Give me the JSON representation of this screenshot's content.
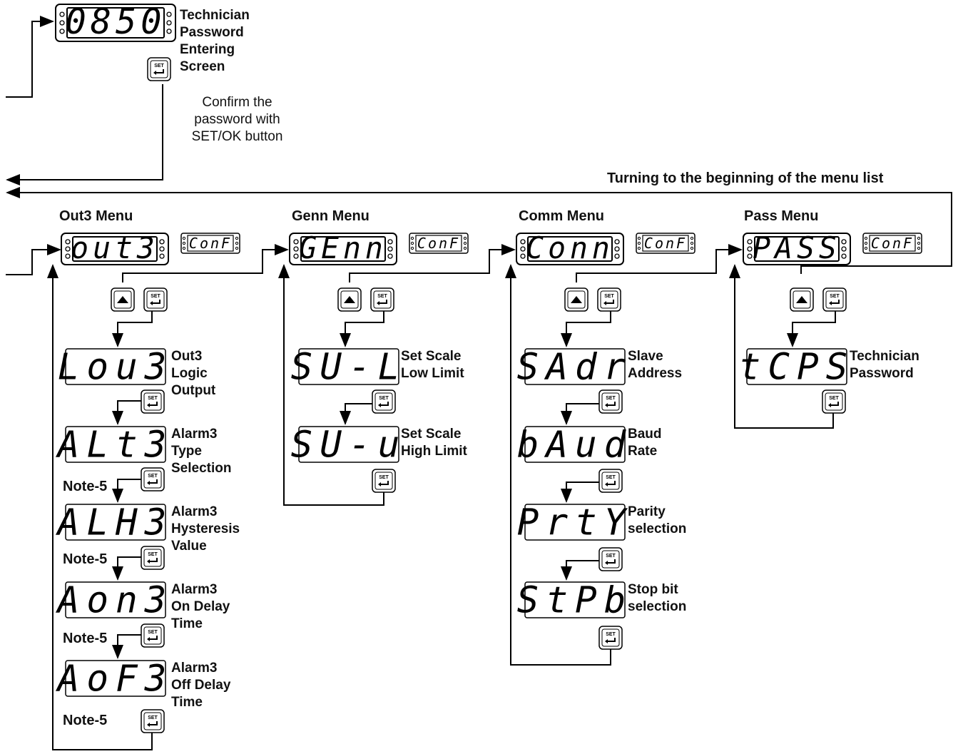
{
  "top": {
    "display": "0850",
    "label_lines": [
      "Technician",
      "Password",
      "Entering",
      "Screen"
    ],
    "confirm_lines": [
      "Confirm the",
      "password with",
      "SET/OK button"
    ]
  },
  "return_note": "Turning to the beginning of the menu list",
  "set_key_label": "SET",
  "conf_display": "ConF",
  "menus": [
    {
      "title": "Out3 Menu",
      "display": "out3",
      "params": [
        {
          "code": "Lou3",
          "lines": [
            "Out3",
            "Logic",
            "Output"
          ]
        },
        {
          "code": "ALt3",
          "lines": [
            "Alarm3",
            "Type",
            "Selection"
          ]
        },
        {
          "code": "ALH3",
          "lines": [
            "Alarm3",
            "Hysteresis",
            "Value"
          ]
        },
        {
          "code": "Aon3",
          "lines": [
            "Alarm3",
            "On Delay",
            "Time"
          ]
        },
        {
          "code": "AoF3",
          "lines": [
            "Alarm3",
            "Off Delay",
            "Time"
          ]
        }
      ],
      "notes": [
        "Note-5",
        "Note-5",
        "Note-5",
        "Note-5"
      ]
    },
    {
      "title": "Genn Menu",
      "display": "GEnn",
      "params": [
        {
          "code": "SU-L",
          "lines": [
            "Set Scale",
            "Low Limit"
          ]
        },
        {
          "code": "SU-u",
          "lines": [
            "Set Scale",
            "High Limit"
          ]
        }
      ]
    },
    {
      "title": "Comm Menu",
      "display": "Conn",
      "params": [
        {
          "code": "SAdr",
          "lines": [
            "Slave",
            "Address"
          ]
        },
        {
          "code": "bAud",
          "lines": [
            "Baud",
            "Rate"
          ]
        },
        {
          "code": "PrtY",
          "lines": [
            "Parity",
            "selection"
          ]
        },
        {
          "code": "StPb",
          "lines": [
            "Stop bit",
            "selection"
          ]
        }
      ]
    },
    {
      "title": "Pass Menu",
      "display": "PASS",
      "params": [
        {
          "code": "tCPS",
          "lines": [
            "Technician",
            "Password"
          ]
        }
      ]
    }
  ],
  "colors": {
    "line": "#000000",
    "background": "#ffffff"
  },
  "icons": {
    "up": "up-arrow-key-icon",
    "set": "set-enter-key-icon"
  }
}
